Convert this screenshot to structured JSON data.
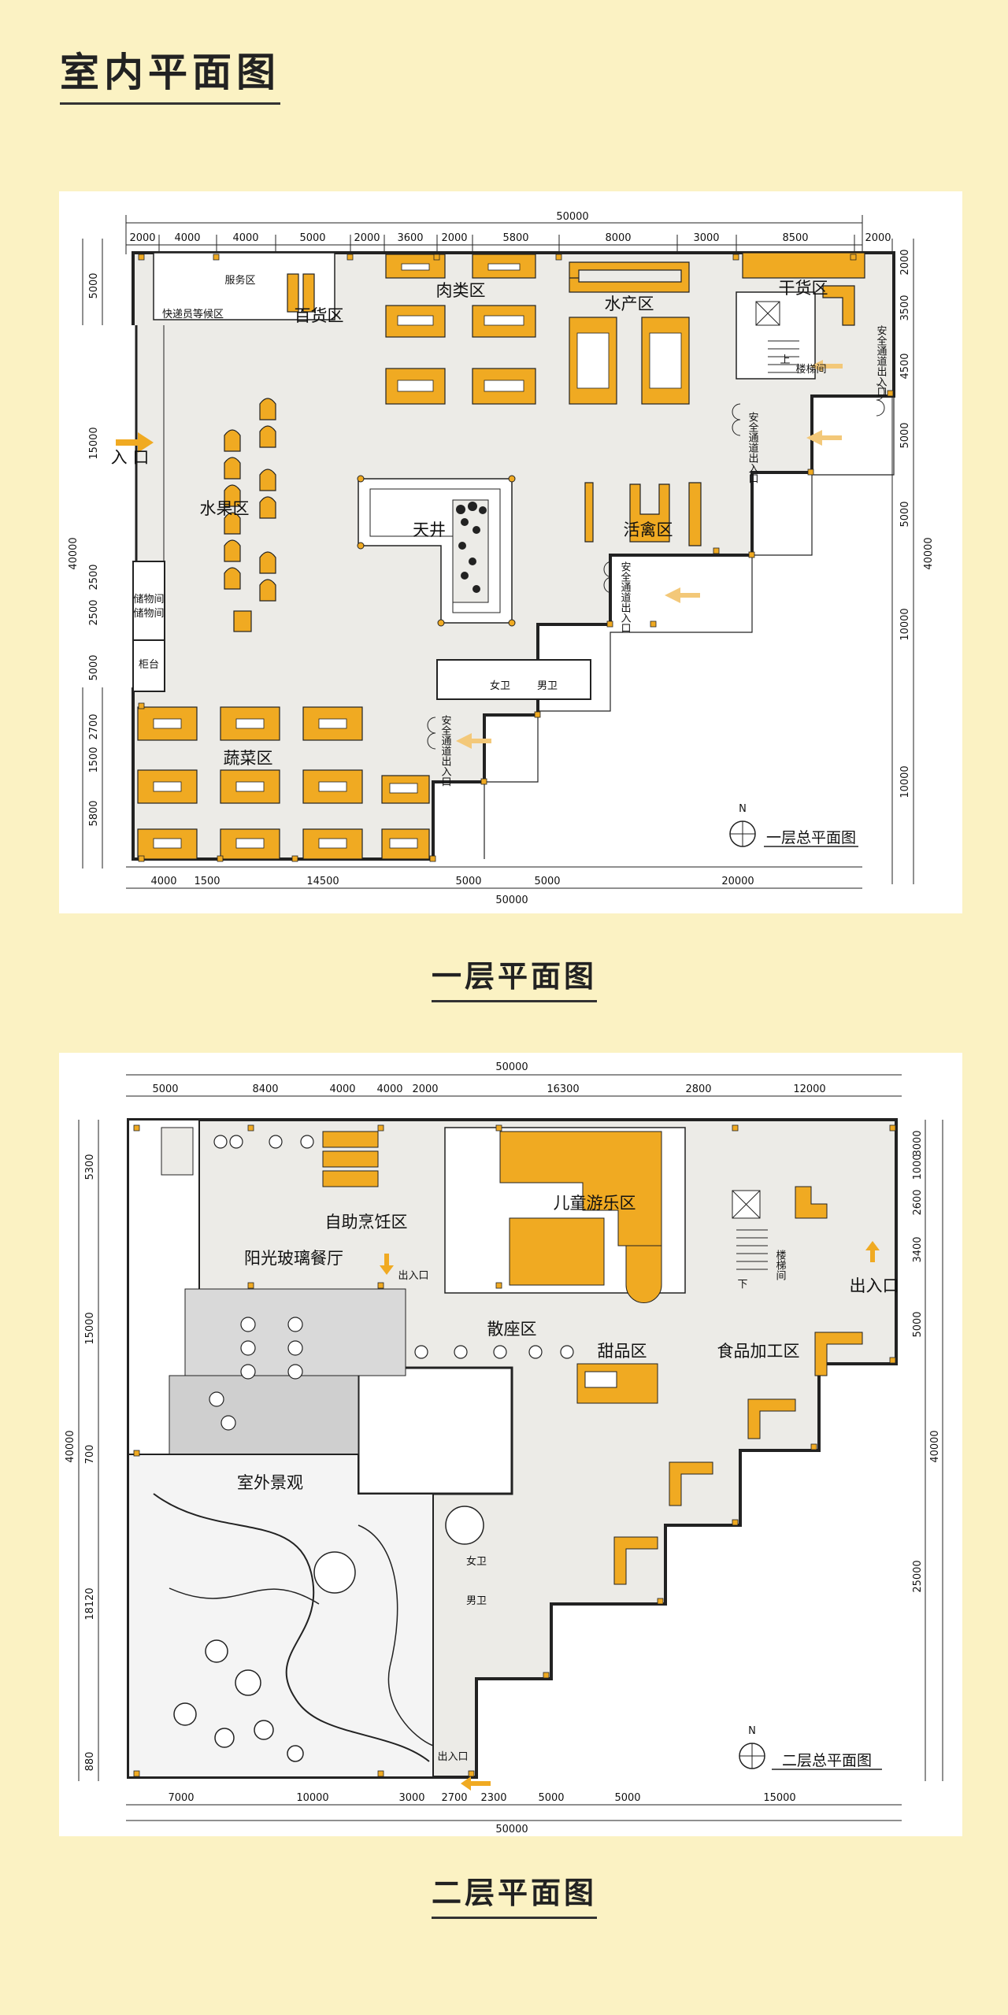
{
  "page_title": "室内平面图",
  "floor1": {
    "caption": "一层平面图",
    "plan_label": "一层总平面图",
    "north": "N",
    "top_dims": [
      "2000",
      "4000",
      "4000",
      "5000",
      "2000",
      "3600",
      "2000",
      "5800",
      "8000",
      "3000",
      "8500",
      "2000"
    ],
    "top_total": "50000",
    "bottom_dims": [
      "4000",
      "1500",
      "14500",
      "5000",
      "5000",
      "20000"
    ],
    "bottom_total": "50000",
    "left_dims": [
      "5000",
      "15000",
      "2500",
      "2500",
      "5000",
      "2700",
      "1500",
      "5800"
    ],
    "left_total": "40000",
    "right_dims": [
      "2000",
      "3500",
      "4500",
      "5000",
      "5000",
      "10000",
      "10000"
    ],
    "right_total": "40000",
    "zones": {
      "meat": "肉类区",
      "seafood": "水产区",
      "dry": "干货区",
      "general": "百货区",
      "fruit": "水果区",
      "atrium": "天井",
      "poultry": "活禽区",
      "veg": "蔬菜区",
      "entrance": "入 口",
      "courier": "快递员等候区",
      "service": "服务区",
      "storage1": "储物间",
      "storage2": "储物间",
      "counter": "柜台",
      "stair": "楼梯间",
      "female_wc": "女卫",
      "male_wc": "男卫",
      "exit1": "安全通道出入口",
      "exit2": "安全通道出入口",
      "exit3": "安全通道出入口",
      "exit4": "安全通道出入口",
      "up": "上"
    }
  },
  "floor2": {
    "caption": "二层平面图",
    "plan_label": "二层总平面图",
    "north": "N",
    "top_dims": [
      "5000",
      "8400",
      "4000",
      "4000",
      "2000",
      "16300",
      "2800",
      "12000"
    ],
    "top_total": "50000",
    "bottom_dims": [
      "7000",
      "10000",
      "3000",
      "2700",
      "2300",
      "5000",
      "5000",
      "15000"
    ],
    "bottom_total": "50000",
    "left_dims": [
      "5300",
      "15000",
      "700",
      "18120",
      "880"
    ],
    "left_total": "40000",
    "right_dims": [
      "3000",
      "1000",
      "2600",
      "3400",
      "5000",
      "25000"
    ],
    "right_total": "40000",
    "zones": {
      "kids": "儿童游乐区",
      "selfcook": "自助烹饪区",
      "sunroom": "阳光玻璃餐厅",
      "seating": "散座区",
      "dessert": "甜品区",
      "foodproc": "食品加工区",
      "landscape": "室外景观",
      "exit_a": "出入口",
      "exit_b": "出入口",
      "exit_c": "出入口",
      "stair": "楼梯间",
      "female_wc": "女卫",
      "male_wc": "男卫",
      "down": "下"
    }
  },
  "colors": {
    "accent": "#f0aa22",
    "floor": "#ecebe7",
    "arrow": "#f3c879",
    "background": "#fbf2c3"
  }
}
